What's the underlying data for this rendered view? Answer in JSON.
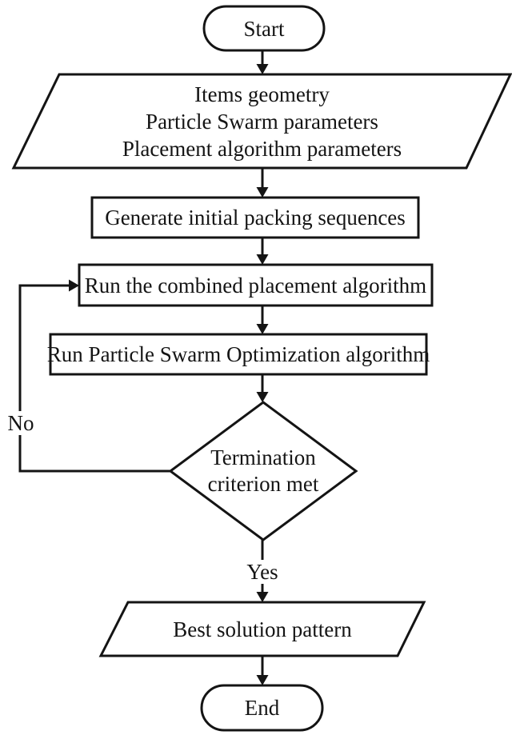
{
  "figure": {
    "type": "flowchart",
    "background_color": "#ffffff",
    "stroke_color": "#141414",
    "text_color": "#141414"
  },
  "nodes": {
    "start": {
      "shape": "terminator",
      "label": "Start"
    },
    "inputs": {
      "shape": "parallelogram-io",
      "label": "Items geometry\nParticle Swarm parameters\nPlacement algorithm parameters"
    },
    "generate": {
      "shape": "process",
      "label": "Generate initial packing sequences"
    },
    "placement": {
      "shape": "process",
      "label": "Run the combined placement algorithm"
    },
    "pso": {
      "shape": "process",
      "label": "Run Particle Swarm Optimization algorithm"
    },
    "decision": {
      "shape": "decision-diamond",
      "label": "Termination\ncriterion met"
    },
    "output": {
      "shape": "parallelogram-io",
      "label": "Best solution pattern"
    },
    "end": {
      "shape": "terminator",
      "label": "End"
    }
  },
  "edges": {
    "yes_label": "Yes",
    "no_label": "No"
  }
}
